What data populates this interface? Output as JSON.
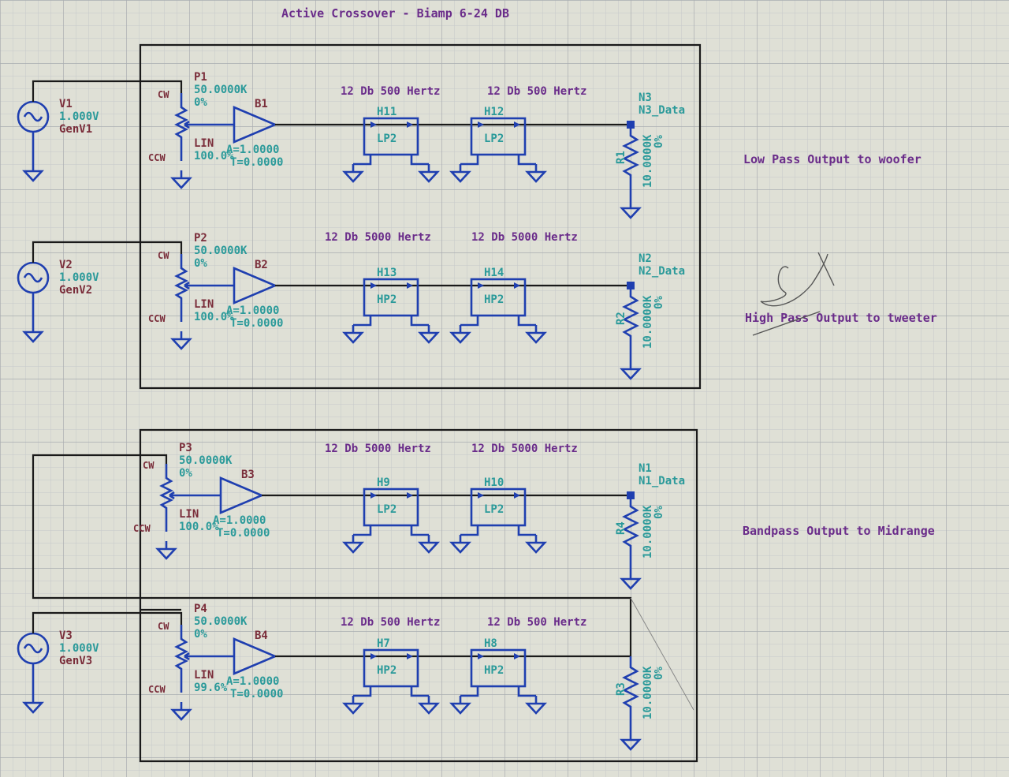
{
  "title": "Active Crossover  - Biamp 6-24 DB",
  "colors": {
    "wire": "#1a1a1a",
    "symbol": "#1f3fb0",
    "label": "#6a2c8a",
    "value": "#2b9a9a",
    "grid": "#b9bdbf"
  },
  "rows": [
    {
      "source": {
        "name": "V1",
        "value": "1.000V",
        "gen": "GenV1"
      },
      "pot": {
        "name": "P1",
        "value": "50.0000K",
        "pct": "0%",
        "cw": "CW",
        "ccw": "CCW",
        "lin": "LIN",
        "lin_value": "100.0%"
      },
      "buffer": {
        "name": "B1",
        "a": "A=1.0000",
        "t": "T=0.0000"
      },
      "filter_labels": [
        "12 Db 500 Hertz",
        "12 Db 500 Hertz"
      ],
      "filters": [
        {
          "name": "H11",
          "type": "LP2"
        },
        {
          "name": "H12",
          "type": "LP2"
        }
      ],
      "node": {
        "name": "N3",
        "data": "N3_Data"
      },
      "resistor": {
        "name": "R1",
        "value": "10.0000K",
        "pct": "0%"
      },
      "output": "Low Pass Output to woofer"
    },
    {
      "source": {
        "name": "V2",
        "value": "1.000V",
        "gen": "GenV2"
      },
      "pot": {
        "name": "P2",
        "value": "50.0000K",
        "pct": "0%",
        "cw": "CW",
        "ccw": "CCW",
        "lin": "LIN",
        "lin_value": "100.0%"
      },
      "buffer": {
        "name": "B2",
        "a": "A=1.0000",
        "t": "T=0.0000"
      },
      "filter_labels": [
        "12 Db 5000 Hertz",
        "12 Db 5000 Hertz"
      ],
      "filters": [
        {
          "name": "H13",
          "type": "HP2"
        },
        {
          "name": "H14",
          "type": "HP2"
        }
      ],
      "node": {
        "name": "N2",
        "data": "N2_Data"
      },
      "resistor": {
        "name": "R2",
        "value": "10.0000K",
        "pct": "0%"
      },
      "output": "High Pass Output to tweeter"
    },
    {
      "pot": {
        "name": "P3",
        "value": "50.0000K",
        "pct": "0%",
        "cw": "CW",
        "ccw": "CCW",
        "lin": "LIN",
        "lin_value": "100.0%"
      },
      "buffer": {
        "name": "B3",
        "a": "A=1.0000",
        "t": "T=0.0000"
      },
      "filter_labels": [
        "12 Db 5000 Hertz",
        "12 Db 5000 Hertz"
      ],
      "filters": [
        {
          "name": "H9",
          "type": "LP2"
        },
        {
          "name": "H10",
          "type": "LP2"
        }
      ],
      "node": {
        "name": "N1",
        "data": "N1_Data"
      },
      "resistor": {
        "name": "R4",
        "value": "10.0000K",
        "pct": "0%"
      },
      "output": "Bandpass  Output to Midrange"
    },
    {
      "source": {
        "name": "V3",
        "value": "1.000V",
        "gen": "GenV3"
      },
      "pot": {
        "name": "P4",
        "value": "50.0000K",
        "pct": "0%",
        "cw": "CW",
        "ccw": "CCW",
        "lin": "LIN",
        "lin_value": "99.6%"
      },
      "buffer": {
        "name": "B4",
        "a": "A=1.0000",
        "t": "T=0.0000"
      },
      "filter_labels": [
        "12 Db 500 Hertz",
        "12 Db 500 Hertz"
      ],
      "filters": [
        {
          "name": "H7",
          "type": "HP2"
        },
        {
          "name": "H8",
          "type": "HP2"
        }
      ],
      "resistor": {
        "name": "R3",
        "value": "10.0000K",
        "pct": "0%"
      }
    }
  ]
}
